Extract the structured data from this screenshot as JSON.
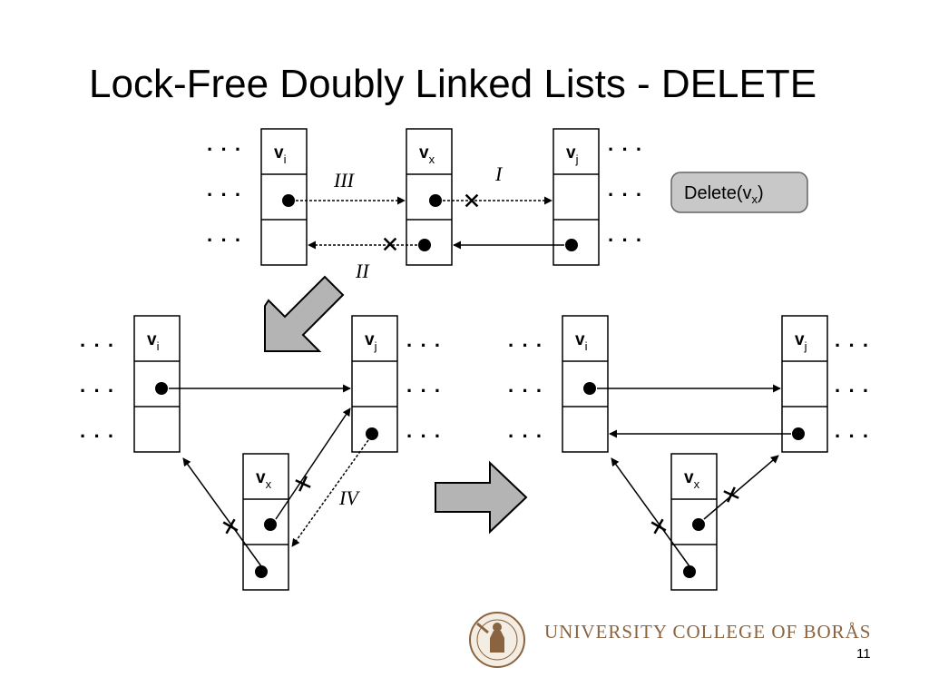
{
  "slide": {
    "title": "Lock-Free Doubly Linked Lists - DELETE",
    "slide_number": "11"
  },
  "logo": {
    "text": "UNIVERSITY COLLEGE OF BORÅS",
    "color": "#8a6440"
  },
  "diagram": {
    "ellipsis": "· · ·",
    "node_vi": {
      "base": "v",
      "sub": "i"
    },
    "node_vx": {
      "base": "v",
      "sub": "x"
    },
    "node_vj": {
      "base": "v",
      "sub": "j"
    },
    "step_labels": {
      "one": "I",
      "two": "II",
      "three": "III",
      "four": "IV"
    },
    "operation_button": {
      "text": "Delete(v",
      "sub": "x",
      "close": ")",
      "fill": "#c8c8c8"
    },
    "arrow_fill": "#b4b4b4"
  }
}
